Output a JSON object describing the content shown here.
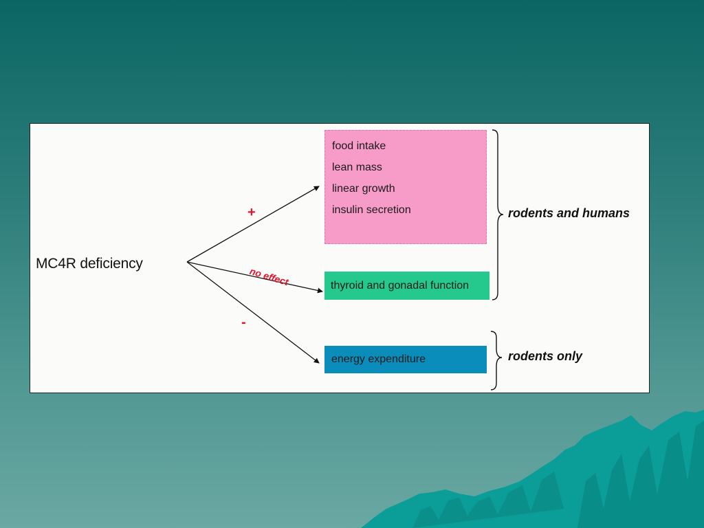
{
  "diagram": {
    "source": "MC4R deficiency",
    "effects": {
      "increase": {
        "sign": "+",
        "items": [
          "food intake",
          "lean mass",
          "linear growth",
          "insulin secretion"
        ]
      },
      "no_effect": {
        "sign": "no effect",
        "items": [
          "thyroid and gonadal function"
        ]
      },
      "decrease": {
        "sign": "-",
        "items": [
          "energy expenditure"
        ]
      }
    },
    "groups": {
      "both": "rodents and humans",
      "rodents": "rodents only"
    },
    "colors": {
      "increase_box": "#f79bc8",
      "no_effect_box": "#25c98e",
      "decrease_box": "#0a8dbb",
      "sign_text": "#e3142d",
      "background_top": "#0b6663",
      "background_bottom": "#6aa8a3"
    }
  }
}
